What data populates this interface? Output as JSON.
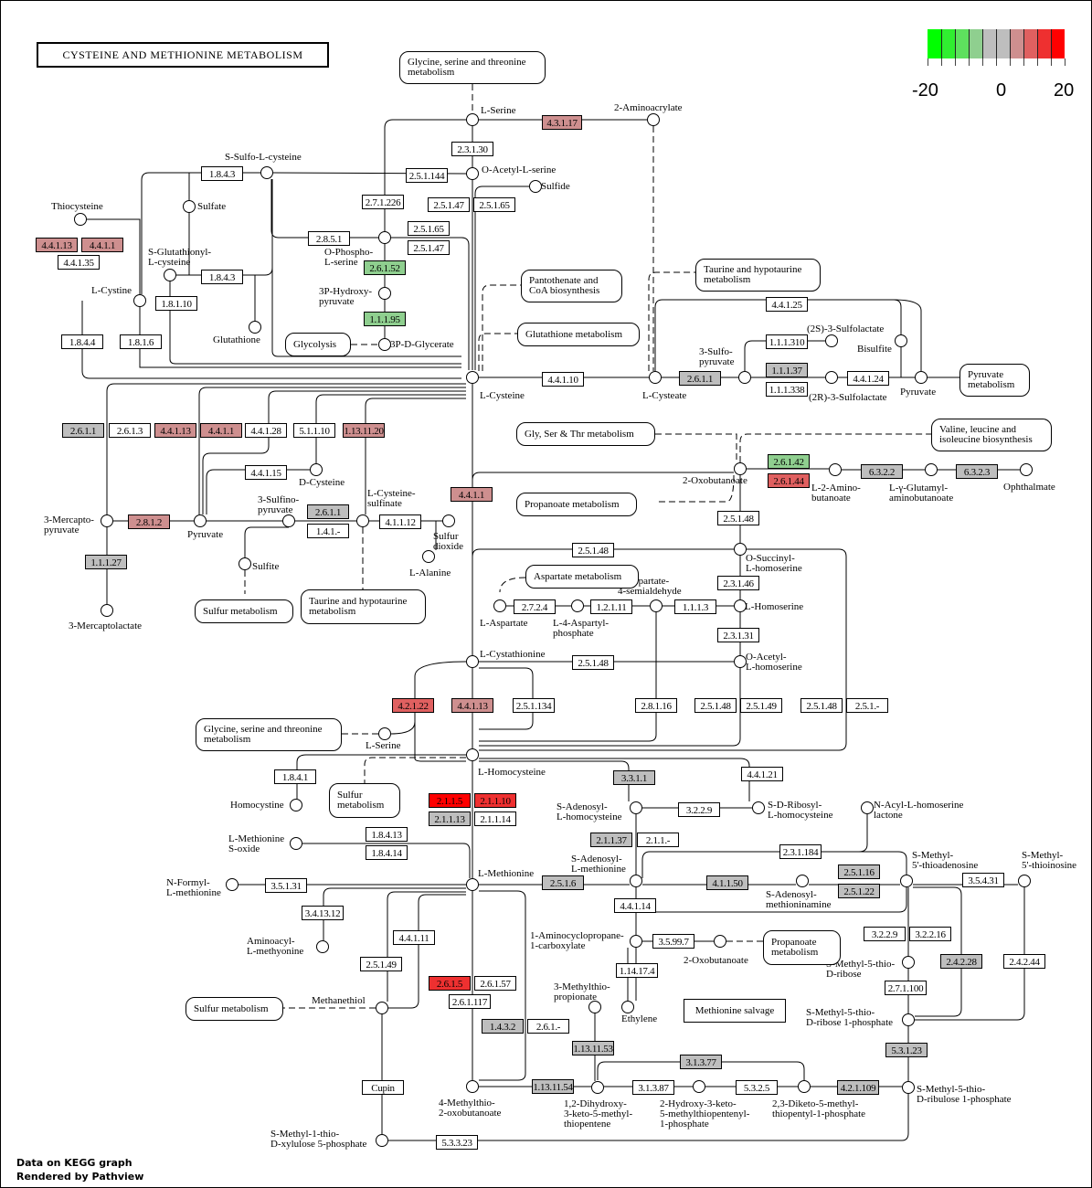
{
  "title": "CYSTEINE AND METHIONINE METABOLISM",
  "legend": {
    "min_label": "-20",
    "mid_label": "0",
    "max_label": "20",
    "colors": [
      "#00ff00",
      "#30ee30",
      "#5ee05e",
      "#8fcf8f",
      "#bebebe",
      "#bebebe",
      "#ce8f8f",
      "#e06060",
      "#ee3030",
      "#ff0000"
    ]
  },
  "credits": {
    "line1": "Data on KEGG graph",
    "line2": "Rendered by Pathview"
  },
  "colors": {
    "white": "#ffffff",
    "gray": "#bebebe",
    "light_green": "#8fcf8f",
    "light_red": "#ce8f8f",
    "mid_red": "#e06060",
    "red": "#ee3030",
    "bright_red": "#ff0000"
  },
  "enzymes": [
    {
      "label": "4.3.1.17",
      "color": "#ce8f8f"
    },
    {
      "label": "2.3.1.30",
      "color": "#ffffff"
    },
    {
      "label": "2.5.1.144",
      "color": "#ffffff"
    },
    {
      "label": "1.8.4.3",
      "color": "#ffffff"
    },
    {
      "label": "2.7.1.226",
      "color": "#ffffff"
    },
    {
      "label": "2.5.1.47",
      "color": "#ffffff"
    },
    {
      "label": "2.5.1.65",
      "color": "#ffffff"
    },
    {
      "label": "2.5.1.65",
      "color": "#ffffff"
    },
    {
      "label": "2.5.1.47",
      "color": "#ffffff"
    },
    {
      "label": "2.8.5.1",
      "color": "#ffffff"
    },
    {
      "label": "2.6.1.52",
      "color": "#8fcf8f"
    },
    {
      "label": "1.1.1.95",
      "color": "#8fcf8f"
    },
    {
      "label": "4.4.1.13",
      "color": "#ce8f8f"
    },
    {
      "label": "4.4.1.1",
      "color": "#ce8f8f"
    },
    {
      "label": "4.4.1.35",
      "color": "#ffffff"
    },
    {
      "label": "1.8.4.3",
      "color": "#ffffff"
    },
    {
      "label": "1.8.1.10",
      "color": "#ffffff"
    },
    {
      "label": "1.8.4.4",
      "color": "#ffffff"
    },
    {
      "label": "1.8.1.6",
      "color": "#ffffff"
    },
    {
      "label": "4.4.1.10",
      "color": "#ffffff"
    },
    {
      "label": "2.6.1.1",
      "color": "#bebebe"
    },
    {
      "label": "4.4.1.25",
      "color": "#ffffff"
    },
    {
      "label": "1.1.1.310",
      "color": "#ffffff"
    },
    {
      "label": "1.1.1.37",
      "color": "#bebebe"
    },
    {
      "label": "1.1.1.338",
      "color": "#ffffff"
    },
    {
      "label": "4.4.1.24",
      "color": "#ffffff"
    },
    {
      "label": "2.6.1.1",
      "color": "#bebebe"
    },
    {
      "label": "2.6.1.3",
      "color": "#ffffff"
    },
    {
      "label": "4.4.1.13",
      "color": "#ce8f8f"
    },
    {
      "label": "4.4.1.1",
      "color": "#ce8f8f"
    },
    {
      "label": "4.4.1.28",
      "color": "#ffffff"
    },
    {
      "label": "5.1.1.10",
      "color": "#ffffff"
    },
    {
      "label": "1.13.11.20",
      "color": "#ce8f8f"
    },
    {
      "label": "4.4.1.15",
      "color": "#ffffff"
    },
    {
      "label": "2.6.1.1",
      "color": "#bebebe"
    },
    {
      "label": "1.4.1.-",
      "color": "#ffffff"
    },
    {
      "label": "4.1.1.12",
      "color": "#ffffff"
    },
    {
      "label": "2.8.1.2",
      "color": "#ce8f8f"
    },
    {
      "label": "1.1.1.27",
      "color": "#bebebe"
    },
    {
      "label": "4.4.1.1",
      "color": "#ce8f8f"
    },
    {
      "label": "2.6.1.42",
      "color": "#8fcf8f"
    },
    {
      "label": "2.6.1.44",
      "color": "#e06060"
    },
    {
      "label": "6.3.2.2",
      "color": "#bebebe"
    },
    {
      "label": "6.3.2.3",
      "color": "#bebebe"
    },
    {
      "label": "2.5.1.48",
      "color": "#ffffff"
    },
    {
      "label": "2.5.1.48",
      "color": "#ffffff"
    },
    {
      "label": "2.3.1.46",
      "color": "#ffffff"
    },
    {
      "label": "2.7.2.4",
      "color": "#ffffff"
    },
    {
      "label": "1.2.1.11",
      "color": "#ffffff"
    },
    {
      "label": "1.1.1.3",
      "color": "#ffffff"
    },
    {
      "label": "2.3.1.31",
      "color": "#ffffff"
    },
    {
      "label": "2.5.1.48",
      "color": "#ffffff"
    },
    {
      "label": "4.2.1.22",
      "color": "#e06060"
    },
    {
      "label": "4.4.1.13",
      "color": "#ce8f8f"
    },
    {
      "label": "2.5.1.134",
      "color": "#ffffff"
    },
    {
      "label": "2.8.1.16",
      "color": "#ffffff"
    },
    {
      "label": "2.5.1.48",
      "color": "#ffffff"
    },
    {
      "label": "2.5.1.49",
      "color": "#ffffff"
    },
    {
      "label": "2.5.1.48",
      "color": "#ffffff"
    },
    {
      "label": "2.5.1.-",
      "color": "#ffffff"
    },
    {
      "label": "1.8.4.1",
      "color": "#ffffff"
    },
    {
      "label": "3.3.1.1",
      "color": "#bebebe"
    },
    {
      "label": "4.4.1.21",
      "color": "#ffffff"
    },
    {
      "label": "2.1.1.5",
      "color": "#ff0000"
    },
    {
      "label": "2.1.1.10",
      "color": "#ee3030"
    },
    {
      "label": "2.1.1.13",
      "color": "#bebebe"
    },
    {
      "label": "2.1.1.14",
      "color": "#ffffff"
    },
    {
      "label": "3.2.2.9",
      "color": "#ffffff"
    },
    {
      "label": "2.1.1.37",
      "color": "#bebebe"
    },
    {
      "label": "2.1.1.-",
      "color": "#ffffff"
    },
    {
      "label": "1.8.4.13",
      "color": "#ffffff"
    },
    {
      "label": "1.8.4.14",
      "color": "#ffffff"
    },
    {
      "label": "2.3.1.184",
      "color": "#ffffff"
    },
    {
      "label": "3.5.1.31",
      "color": "#ffffff"
    },
    {
      "label": "2.5.1.6",
      "color": "#bebebe"
    },
    {
      "label": "4.1.1.50",
      "color": "#bebebe"
    },
    {
      "label": "2.5.1.16",
      "color": "#bebebe"
    },
    {
      "label": "2.5.1.22",
      "color": "#bebebe"
    },
    {
      "label": "3.5.4.31",
      "color": "#ffffff"
    },
    {
      "label": "3.4.13.12",
      "color": "#ffffff"
    },
    {
      "label": "4.4.1.14",
      "color": "#ffffff"
    },
    {
      "label": "4.4.1.11",
      "color": "#ffffff"
    },
    {
      "label": "3.5.99.7",
      "color": "#ffffff"
    },
    {
      "label": "3.2.2.9",
      "color": "#ffffff"
    },
    {
      "label": "3.2.2.16",
      "color": "#ffffff"
    },
    {
      "label": "2.5.1.49",
      "color": "#ffffff"
    },
    {
      "label": "1.14.17.4",
      "color": "#ffffff"
    },
    {
      "label": "2.4.2.28",
      "color": "#bebebe"
    },
    {
      "label": "2.4.2.44",
      "color": "#ffffff"
    },
    {
      "label": "2.7.1.100",
      "color": "#ffffff"
    },
    {
      "label": "2.6.1.5",
      "color": "#ee3030"
    },
    {
      "label": "2.6.1.57",
      "color": "#ffffff"
    },
    {
      "label": "2.6.1.117",
      "color": "#ffffff"
    },
    {
      "label": "1.4.3.2",
      "color": "#bebebe"
    },
    {
      "label": "2.6.1.-",
      "color": "#ffffff"
    },
    {
      "label": "1.13.11.53",
      "color": "#bebebe"
    },
    {
      "label": "3.1.3.77",
      "color": "#bebebe"
    },
    {
      "label": "5.3.1.23",
      "color": "#bebebe"
    },
    {
      "label": "1.13.11.54",
      "color": "#bebebe"
    },
    {
      "label": "3.1.3.87",
      "color": "#ffffff"
    },
    {
      "label": "5.3.2.5",
      "color": "#ffffff"
    },
    {
      "label": "4.2.1.109",
      "color": "#bebebe"
    },
    {
      "label": "Cupin",
      "color": "#ffffff"
    },
    {
      "label": "5.3.3.23",
      "color": "#ffffff"
    }
  ],
  "compounds": [
    "L-Serine",
    "2-Aminoacrylate",
    "O-Acetyl-L-serine",
    "Sulfide",
    "S-Sulfo-L-cysteine",
    "Sulfate",
    "Thiocysteine",
    "O-Phospho-\nL-serine",
    "3P-Hydroxy-\npyruvate",
    "3P-D-Glycerate",
    "S-Glutathionyl-\nL-cysteine",
    "L-Cystine",
    "Glutathione",
    "L-Cysteine",
    "L-Cysteate",
    "3-Sulfo-\npyruvate",
    "(2S)-3-Sulfolactate",
    "(2R)-3-Sulfolactate",
    "Bisulfite",
    "Pyruvate",
    "D-Cysteine",
    "3-Mercapto-\npyruvate",
    "Pyruvate",
    "3-Sulfino-\npyruvate",
    "L-Cysteine-\nsulfinate",
    "Sulfur\ndioxide",
    "L-Alanine",
    "Sulfite",
    "3-Mercaptolactate",
    "2-Oxobutanoate",
    "L-2-Amino-\nbutanoate",
    "L-γ-Glutamyl-\naminobutanoate",
    "Ophthalmate",
    "O-Succinyl-\nL-homoserine",
    "L-Aspartate",
    "L-4-Aspartyl-\nphosphate",
    "L-Aspartate-\n4-semialdehyde",
    "L-Homoserine",
    "L-Cystathionine",
    "O-Acetyl-\nL-homoserine",
    "L-Serine",
    "L-Homocysteine",
    "Homocystine",
    "S-Adenosyl-\nL-homocysteine",
    "S-D-Ribosyl-\nL-homocysteine",
    "N-Acyl-L-homoserine\nlactone",
    "L-Methionine\nS-oxide",
    "S-Adenosyl-\nL-methionine",
    "S-Methyl-\n5'-thioadenosine",
    "S-Methyl-\n5'-thioinosine",
    "N-Formyl-\nL-methionine",
    "L-Methionine",
    "S-Adenosyl-\nmethioninamine",
    "Aminoacyl-\nL-methyonine",
    "1-Aminocyclopropane-\n1-carboxylate",
    "2-Oxobutanoate",
    "S-Methyl-5-thio-\nD-ribose",
    "Methanethiol",
    "3-Methylthio-\npropionate",
    "Ethylene",
    "S-Methyl-5-thio-\nD-ribose 1-phosphate",
    "4-Methylthio-\n2-oxobutanoate",
    "1,2-Dihydroxy-\n3-keto-5-methyl-\nthiopentene",
    "2-Hydroxy-3-keto-\n5-methylthiopentenyl-\n1-phosphate",
    "2,3-Diketo-5-methyl-\nthiopentyl-1-phosphate",
    "S-Methyl-5-thio-\nD-ribulose 1-phosphate",
    "S-Methyl-1-thio-\nD-xylulose 5-phosphate"
  ],
  "maps": [
    "Glycine, serine and threonine\nmetabolism",
    "Pantothenate and\nCoA biosynthesis",
    "Glutathione metabolism",
    "Glycolysis",
    "Taurine and hypotaurine\nmetabolism",
    "Pyruvate\nmetabolism",
    "Gly, Ser & Thr metabolism",
    "Valine, leucine and\nisoleucine biosynthesis",
    "Propanoate metabolism",
    "Sulfur metabolism",
    "Taurine and hypotaurine\nmetabolism",
    "Aspartate metabolism",
    "Glycine, serine and threonine\nmetabolism",
    "Sulfur\nmetabolism",
    "Propanoate\nmetabolism",
    "Sulfur metabolism"
  ],
  "section_label": "Methionine  salvage"
}
